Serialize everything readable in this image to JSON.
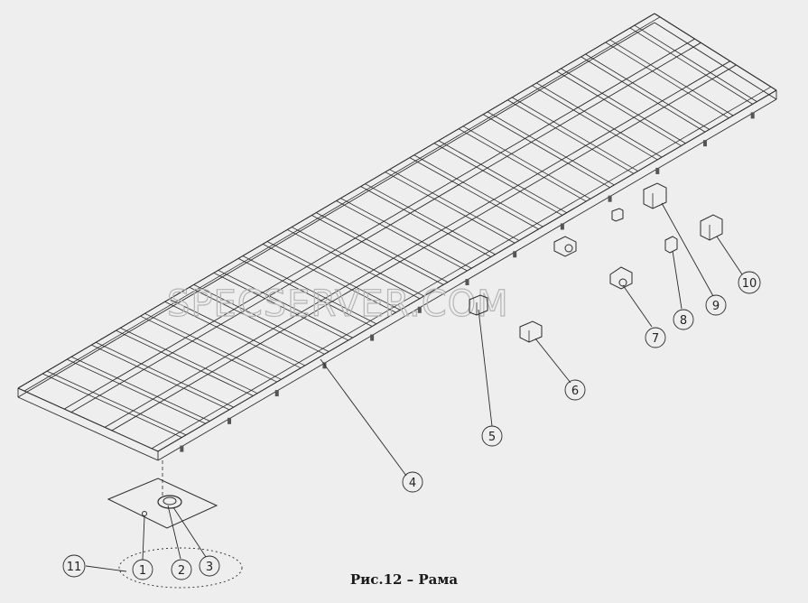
{
  "watermark": "SPECSERVER.COM",
  "caption": "Рис.12 – Рама",
  "callouts": [
    "1",
    "2",
    "3",
    "4",
    "5",
    "6",
    "7",
    "8",
    "9",
    "10",
    "11"
  ],
  "colors": {
    "background": "#eeeeee",
    "line": "#2a2a2a",
    "watermark": "#b5b5b5"
  }
}
